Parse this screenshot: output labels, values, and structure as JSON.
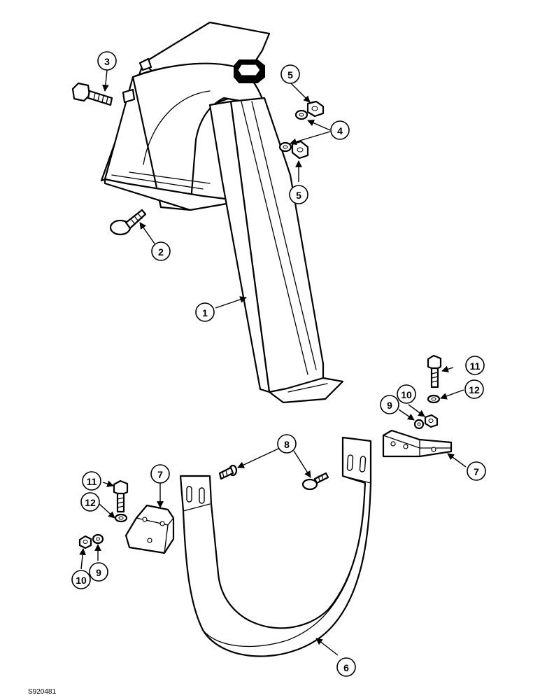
{
  "callouts": {
    "c1": "1",
    "c2": "2",
    "c3": "3",
    "c4": "4",
    "c5a": "5",
    "c5b": "5",
    "c6": "6",
    "c7a": "7",
    "c7b": "7",
    "c8": "8",
    "c9a": "9",
    "c9b": "9",
    "c10a": "10",
    "c10b": "10",
    "c11a": "11",
    "c11b": "11",
    "c12a": "12",
    "c12b": "12"
  },
  "figure_code": "S920481"
}
